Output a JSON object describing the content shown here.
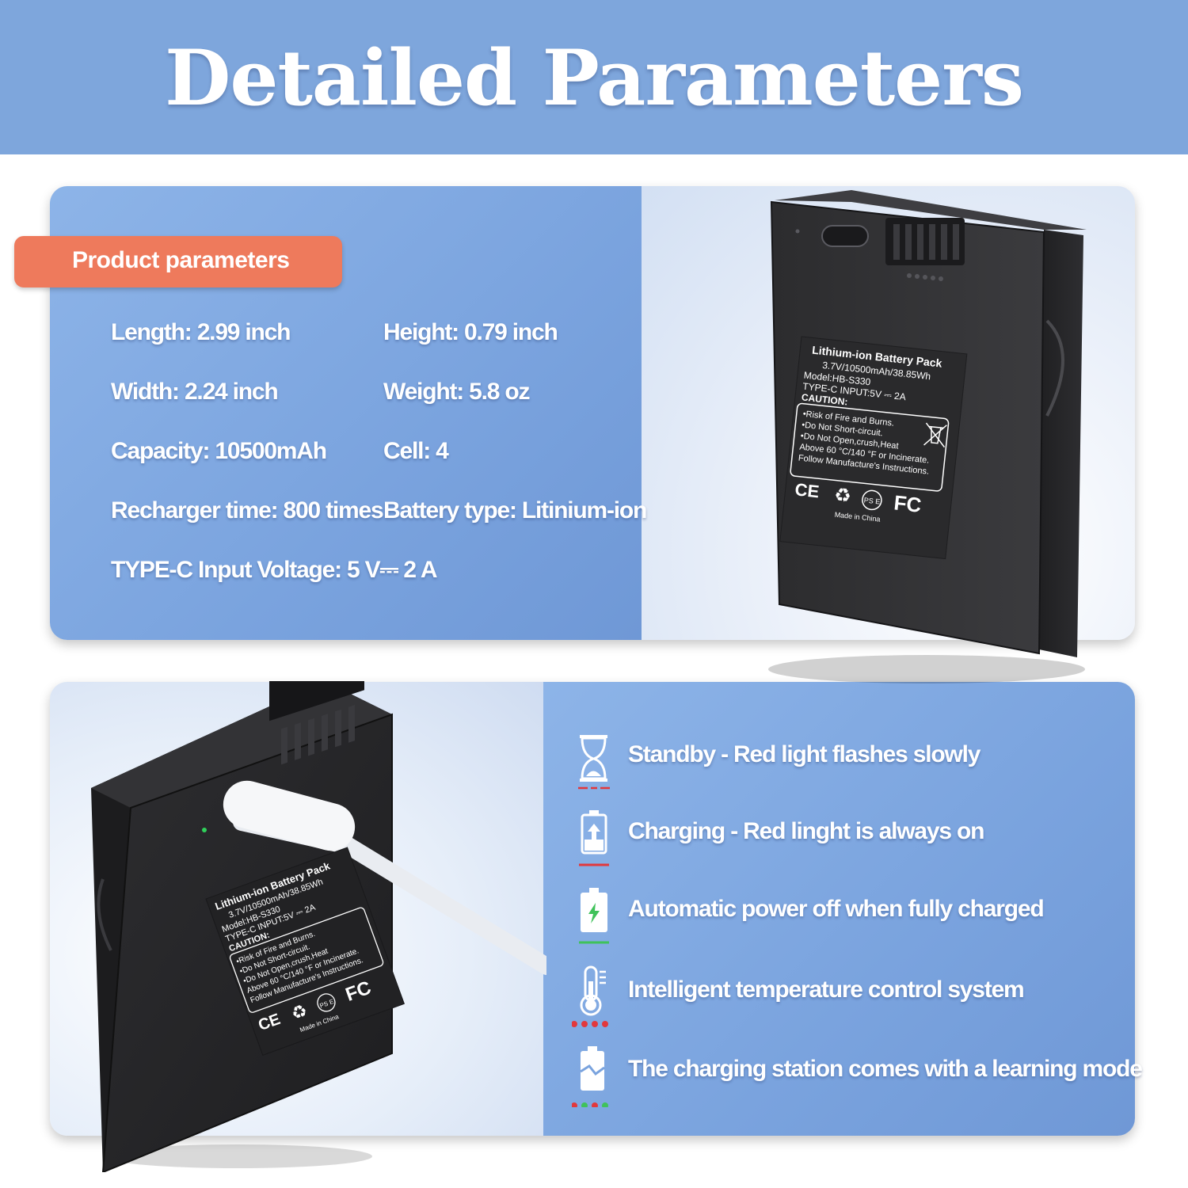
{
  "banner": {
    "title": "Detailed Parameters"
  },
  "params": {
    "tag": "Product parameters",
    "length": "Length: 2.99 inch",
    "height": "Height: 0.79 inch",
    "width": "Width: 2.24 inch",
    "weight": "Weight: 5.8 oz",
    "capacity": "Capacity: 10500mAh",
    "cell": "Cell: 4",
    "recharge": "Recharger time: 800 times",
    "type": "Battery type: Litinium-ion",
    "input": "TYPE-C Input  Voltage: 5 V⎓ 2 A"
  },
  "battery_label": {
    "title": "Lithium-ion Battery Pack",
    "spec": "3.7V/10500mAh/38.85Wh",
    "model": "Model:HB-S330",
    "input": "TYPE-C INPUT:5V ⎓ 2A",
    "caution": "CAUTION:",
    "w1": "•Risk of Fire and Burns.",
    "w2": "•Do Not Short-circuit.",
    "w3": "•Do Not Open,crush,Heat",
    "w4": "Above 60 °C/140 °F or Incinerate.",
    "w5": "Follow Manufacture's Instructions.",
    "made": "Made in China",
    "ce": "CE",
    "fc": "FC",
    "pse": "PS E"
  },
  "features": [
    {
      "text": "Standby - Red light flashes slowly",
      "icon": "hourglass-icon"
    },
    {
      "text": "Charging - Red linght is always on",
      "icon": "battery-charging-icon"
    },
    {
      "text": "Automatic power off when fully charged",
      "icon": "battery-full-icon"
    },
    {
      "text": "Intelligent temperature control system",
      "icon": "thermometer-icon"
    },
    {
      "text": "The charging station comes with a learning mode",
      "icon": "battery-learning-icon"
    }
  ],
  "colors": {
    "banner": "#7ea6dc",
    "tag": "#ee7a5c",
    "panel_blue": "#7aa3de",
    "red": "#e2383c",
    "green": "#3fc25a"
  }
}
